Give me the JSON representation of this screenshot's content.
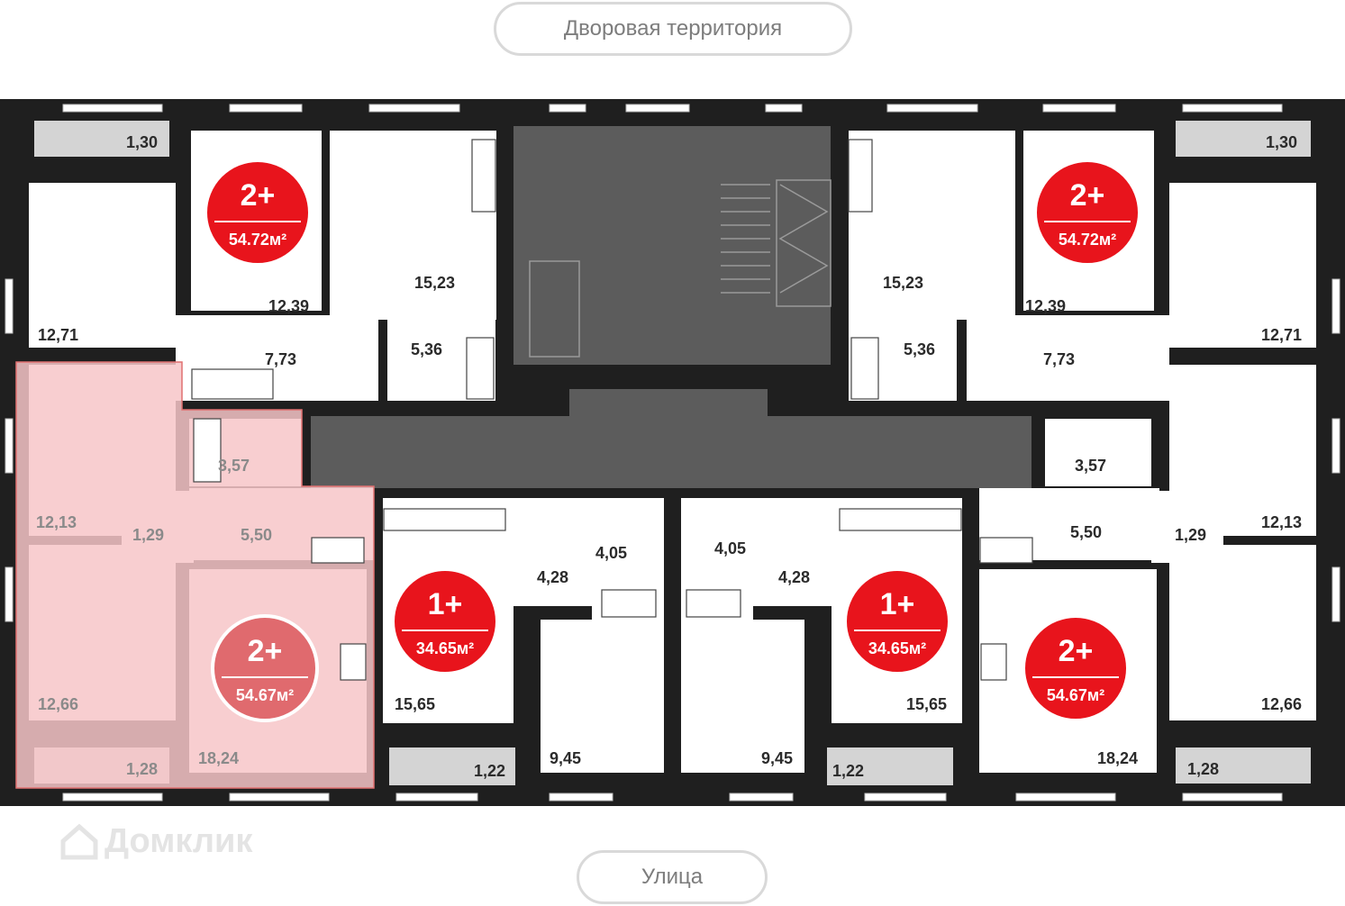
{
  "labels": {
    "top": "Дворовая территория",
    "bottom": "Улица",
    "watermark": "Домклик"
  },
  "colors": {
    "wall": "#1f1f1f",
    "core": "#5c5c5c",
    "balcony": "#d4d4d4",
    "badge": "#e8141c",
    "highlight": "#f7c6c8",
    "highlight_border": "#e07070"
  },
  "apartments": [
    {
      "id": "apt-top-left",
      "type": "2+",
      "area": "54.72м²",
      "highlighted": false
    },
    {
      "id": "apt-top-right",
      "type": "2+",
      "area": "54.72м²",
      "highlighted": false
    },
    {
      "id": "apt-bottom-left",
      "type": "2+",
      "area": "54.67м²",
      "highlighted": true
    },
    {
      "id": "apt-mid-left",
      "type": "1+",
      "area": "34.65м²",
      "highlighted": false
    },
    {
      "id": "apt-mid-right",
      "type": "1+",
      "area": "34.65м²",
      "highlighted": false
    },
    {
      "id": "apt-bottom-right",
      "type": "2+",
      "area": "54.67м²",
      "highlighted": false
    }
  ],
  "rooms": {
    "tl_balcony": "1,30",
    "tl_room1": "12,71",
    "tl_room2": "12,39",
    "tl_kitchen": "15,23",
    "tl_hall": "7,73",
    "tl_bath": "5,36",
    "tr_balcony": "1,30",
    "tr_room1": "12,71",
    "tr_room2": "12,39",
    "tr_kitchen": "15,23",
    "tr_hall": "7,73",
    "tr_bath": "5,36",
    "bl_room1": "12,13",
    "bl_room2": "12,66",
    "bl_corr": "1,29",
    "bl_bath": "3,57",
    "bl_hall": "5,50",
    "bl_balcony": "1,28",
    "bl_kitchen": "18,24",
    "ml_kitchen": "15,65",
    "ml_hall": "4,28",
    "ml_bath": "4,05",
    "ml_room": "9,45",
    "ml_balcony": "1,22",
    "mr_kitchen": "15,65",
    "mr_hall": "4,28",
    "mr_bath": "4,05",
    "mr_room": "9,45",
    "mr_balcony": "1,22",
    "br_room1": "12,13",
    "br_room2": "12,66",
    "br_corr": "1,29",
    "br_bath": "3,57",
    "br_hall": "5,50",
    "br_balcony": "1,28",
    "br_kitchen": "18,24"
  }
}
